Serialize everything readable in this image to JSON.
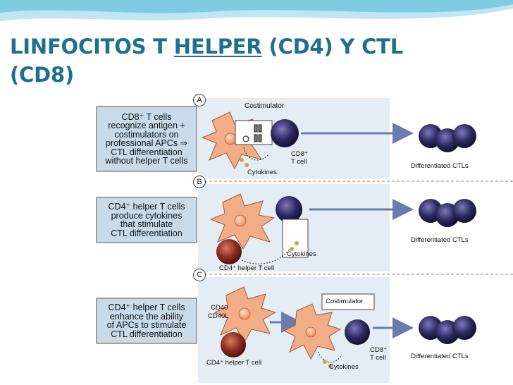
{
  "title": {
    "part1": "LINFOCITOS T ",
    "underlined": "HELPER",
    "part2": " (CD4) Y CTL",
    "line2": "(CD8)"
  },
  "colors": {
    "title": "#1f6f8f",
    "wave_light": "#bfe6f2",
    "wave_dark": "#69c2dc",
    "panel_bg": "#e4edf3",
    "box_bg": "#c9dbe8",
    "arrow": "#6a7bb0",
    "apc": "#f2ad87",
    "ctl": "#2b2760",
    "helper": "#8a2a1f",
    "cytokine": "#c9a24a"
  },
  "panels": [
    {
      "letter": "A",
      "box_lines": [
        "CD8⁺ T cells",
        "recognize antigen +",
        "costimulators on",
        "professional APCs ⇒",
        "CTL differentiation",
        "without helper T cells"
      ],
      "labels": {
        "costimulator": "Costimulator",
        "cd8": "CD8⁺",
        "tcell": "T cell",
        "cytokines": "Cytokines",
        "result": "Differentiated CTLs"
      }
    },
    {
      "letter": "B",
      "box_lines": [
        "CD4⁺ helper T cells",
        "produce cytokines",
        "that stimulate",
        "CTL differentiation"
      ],
      "labels": {
        "cytokines": "Cytokines",
        "helper": "CD4⁺ helper T cell",
        "result": "Differentiated CTLs"
      }
    },
    {
      "letter": "C",
      "box_lines": [
        "CD4⁺ helper T cells",
        "enhance the ability",
        "of APCs to stimulate",
        "CTL differentiation"
      ],
      "labels": {
        "cd40": "CD40",
        "cd40l": "CD40L",
        "costimulator": "Costimulator",
        "helper": "CD4⁺ helper T cell",
        "cytokines": "Cytokines",
        "cd8": "CD8⁺",
        "tcell": "T cell",
        "result": "Differentiated CTLs"
      }
    }
  ]
}
